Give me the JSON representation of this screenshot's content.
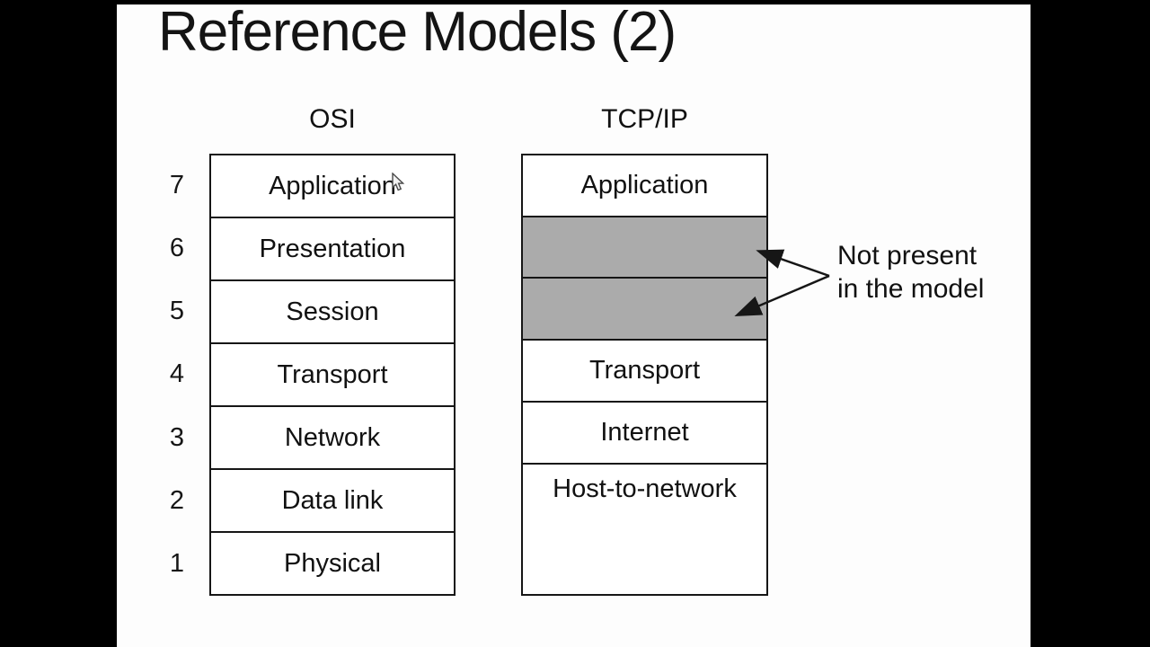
{
  "slide": {
    "title": "Reference Models (2)"
  },
  "diagram": {
    "osi": {
      "header": "OSI",
      "layers": [
        {
          "number": "7",
          "name": "Application"
        },
        {
          "number": "6",
          "name": "Presentation"
        },
        {
          "number": "5",
          "name": "Session"
        },
        {
          "number": "4",
          "name": "Transport"
        },
        {
          "number": "3",
          "name": "Network"
        },
        {
          "number": "2",
          "name": "Data link"
        },
        {
          "number": "1",
          "name": "Physical"
        }
      ]
    },
    "tcpip": {
      "header": "TCP/IP",
      "layers": [
        {
          "name": "Application",
          "type": "normal"
        },
        {
          "name": "",
          "type": "missing"
        },
        {
          "name": "",
          "type": "missing"
        },
        {
          "name": "Transport",
          "type": "normal"
        },
        {
          "name": "Internet",
          "type": "normal"
        },
        {
          "name": "Host-to-network",
          "type": "tall"
        }
      ]
    },
    "annotation": {
      "line1": "Not present",
      "line2": "in the model"
    },
    "icons": {
      "cursor": "mouse-pointer-icon"
    },
    "colors": {
      "missing_fill": "#ababab",
      "border": "#161616",
      "slide_background": "#fdfdfd",
      "letterbox": "#000000"
    }
  }
}
